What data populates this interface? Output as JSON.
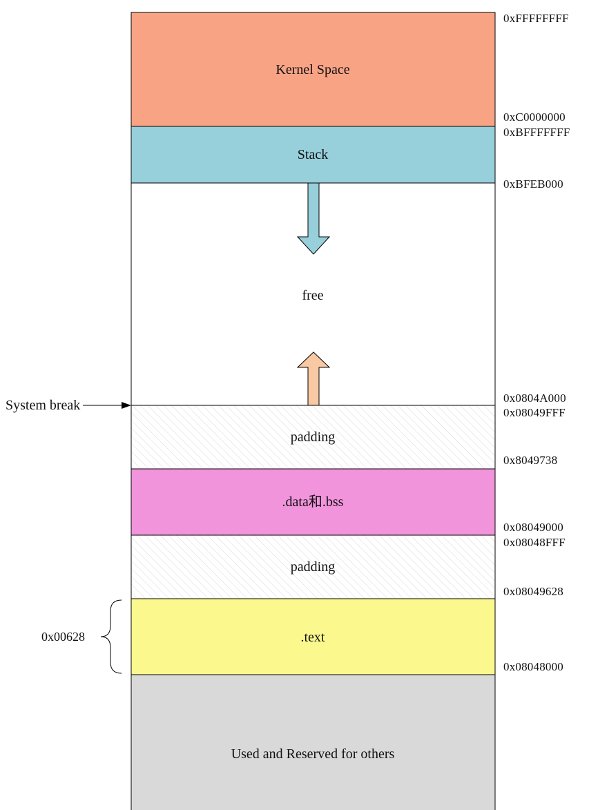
{
  "segments": {
    "kernel": {
      "label": "Kernel Space",
      "color": "#f9a385"
    },
    "stack": {
      "label": "Stack",
      "color": "#97cfdb"
    },
    "free": {
      "label": "free",
      "color": "#ffffff"
    },
    "padding1": {
      "label": "padding",
      "color": "#ffffff"
    },
    "data_bss": {
      "label": ".data和.bss",
      "color": "#f294dc"
    },
    "padding2": {
      "label": "padding",
      "color": "#ffffff"
    },
    "text": {
      "label": ".text",
      "color": "#fbf98e"
    },
    "reserved": {
      "label": "Used and Reserved for others",
      "color": "#d9d9d9"
    }
  },
  "addresses": {
    "a1": "0xFFFFFFFF",
    "a2": "0xC0000000",
    "a3": "0xBFFFFFFF",
    "a4": "0xBFEB000",
    "a5": "0x0804A000",
    "a6": "0x08049FFF",
    "a7": "0x8049738",
    "a8": "0x08049000",
    "a9": "0x08048FFF",
    "a10": "0x08049628",
    "a11": "0x08048000"
  },
  "annotations": {
    "system_break": "System break",
    "text_size": "0x00628"
  },
  "colors": {
    "stack_arrow": "#97cfdb",
    "heap_arrow": "#f9c9a3",
    "outline": "#000000"
  }
}
